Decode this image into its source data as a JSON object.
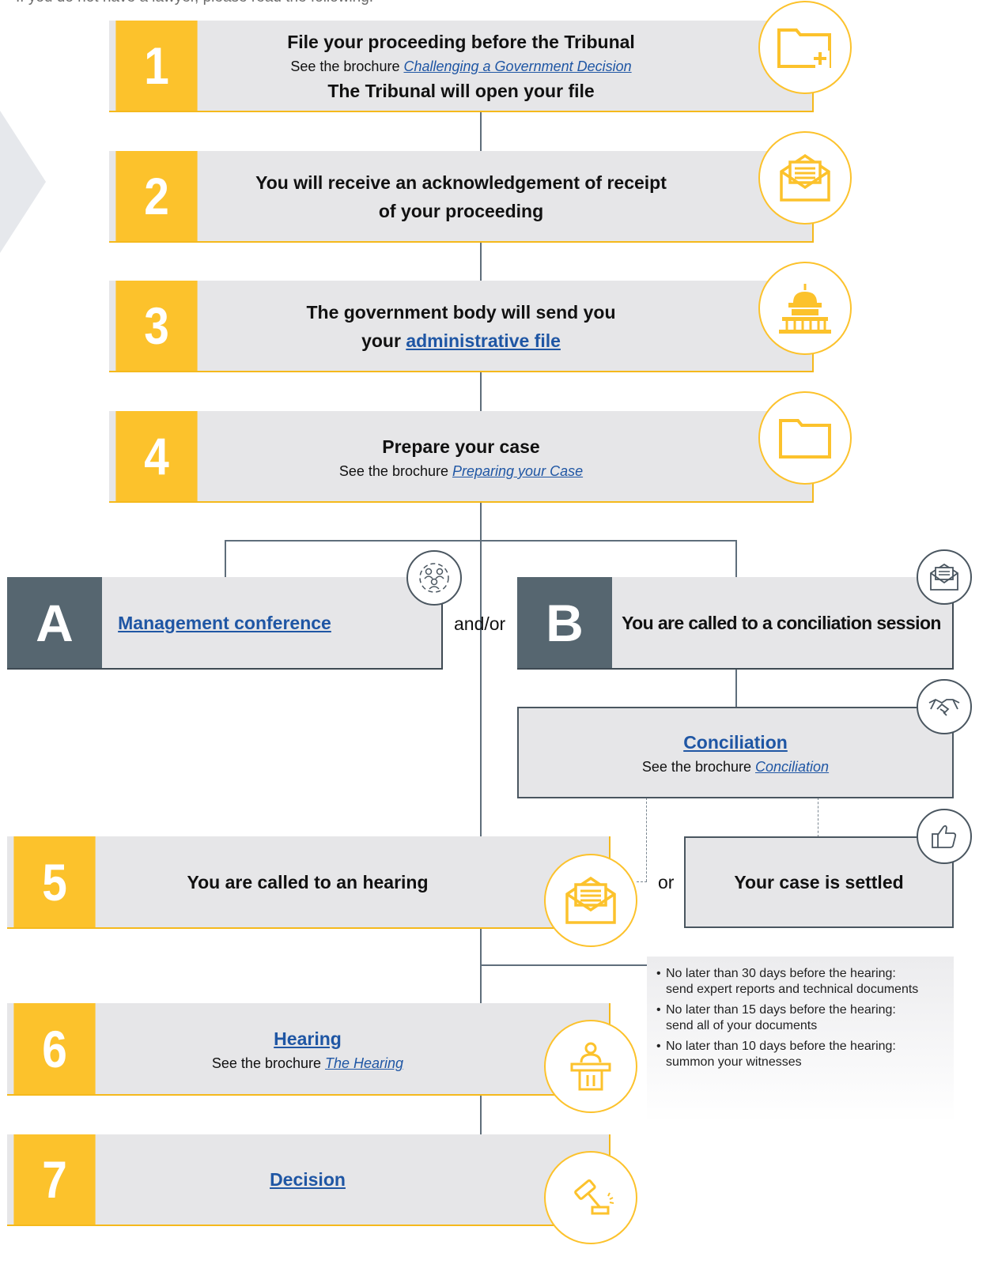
{
  "intro_text": "If you do not have a lawyer, please read the following:",
  "steps": [
    {
      "number": "1",
      "line1": "File your proceeding before the Tribunal",
      "brochure_prefix": "See the brochure ",
      "brochure_link": "Challenging a Government Decision",
      "line3": "The Tribunal will open your file",
      "icon": "folder-plus-icon"
    },
    {
      "number": "2",
      "line1": "You will receive an acknowledgement of receipt",
      "line2": "of your proceeding",
      "icon": "envelope-icon"
    },
    {
      "number": "3",
      "line1": "The government body will send you",
      "line2_prefix": "your ",
      "line2_link": "administrative file",
      "icon": "government-building-icon"
    },
    {
      "number": "4",
      "line1": "Prepare your case",
      "brochure_prefix": "See the brochure ",
      "brochure_link": "Preparing your Case",
      "icon": "folder-icon"
    },
    {
      "number": "5",
      "line1": "You are called to an hearing",
      "icon": "envelope-icon"
    },
    {
      "number": "6",
      "line1_link": "Hearing",
      "brochure_prefix": "See the brochure ",
      "brochure_link": "The Hearing",
      "icon": "judge-podium-icon"
    },
    {
      "number": "7",
      "line1_link": "Decision",
      "icon": "gavel-icon"
    }
  ],
  "branch_a": {
    "letter": "A",
    "link": "Management conference",
    "icon": "people-circle-icon"
  },
  "and_or": "and/or",
  "branch_b": {
    "letter": "B",
    "text": "You are called to a conciliation session",
    "icon": "envelope-icon"
  },
  "conciliation": {
    "link": "Conciliation",
    "brochure_prefix": "See the brochure ",
    "brochure_link": "Conciliation",
    "icon": "handshake-icon"
  },
  "or": "or",
  "settled": {
    "text": "Your case is settled",
    "icon": "thumbs-up-icon"
  },
  "deadlines": [
    {
      "line1": "No later than 30 days before the hearing:",
      "line2": "send expert reports and technical documents"
    },
    {
      "line1": "No later than 15 days before the hearing:",
      "line2": "send all of your documents"
    },
    {
      "line1": "No later than 10 days before the hearing:",
      "line2": "summon your witnesses"
    }
  ],
  "colors": {
    "accent_yellow": "#fcc22c",
    "slate": "#566670",
    "box_gray": "#e6e6e8",
    "link_blue": "#1f56a4"
  }
}
